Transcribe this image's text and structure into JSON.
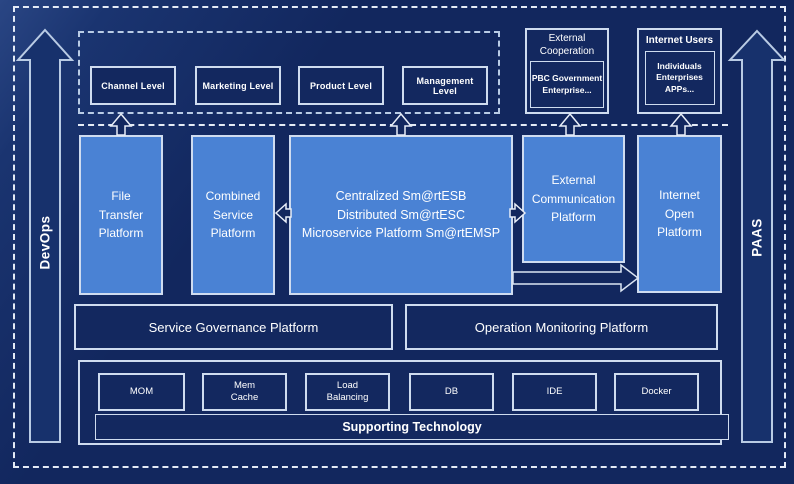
{
  "title": "Service platform architecture diagram",
  "colors": {
    "background": "#12275e",
    "panel_fill": "#13285f",
    "platform_fill": "#4a82d4",
    "border_light": "#cfdcef",
    "dashed_white": "#e4ebf6",
    "text": "#ffffff"
  },
  "rails": {
    "left": "DevOps",
    "right": "PAAS"
  },
  "levels": [
    "Channel Level",
    "Marketing Level",
    "Product Level",
    "Management Level"
  ],
  "external_cooperation": {
    "title": "External\nCooperation",
    "members": "PBC Government\nEnterprise..."
  },
  "internet_users": {
    "title": "Internet Users",
    "members": "Individuals\nEnterprises\nAPPs..."
  },
  "platforms": {
    "file_transfer": "File\nTransfer\nPlatform",
    "combined": "Combined\nService\nPlatform",
    "central": "Centralized Sm@rtESB\nDistributed Sm@rtESC\nMicroservice Platform Sm@rtEMSP",
    "external_comm": "External\nCommunication\nPlatform",
    "internet_open": "Internet\nOpen\nPlatform"
  },
  "governance": "Service Governance Platform",
  "monitoring": "Operation Monitoring Platform",
  "supporting": "Supporting Technology",
  "tech": [
    "MOM",
    "Mem\nCache",
    "Load\nBalancing",
    "DB",
    "IDE",
    "Docker"
  ]
}
